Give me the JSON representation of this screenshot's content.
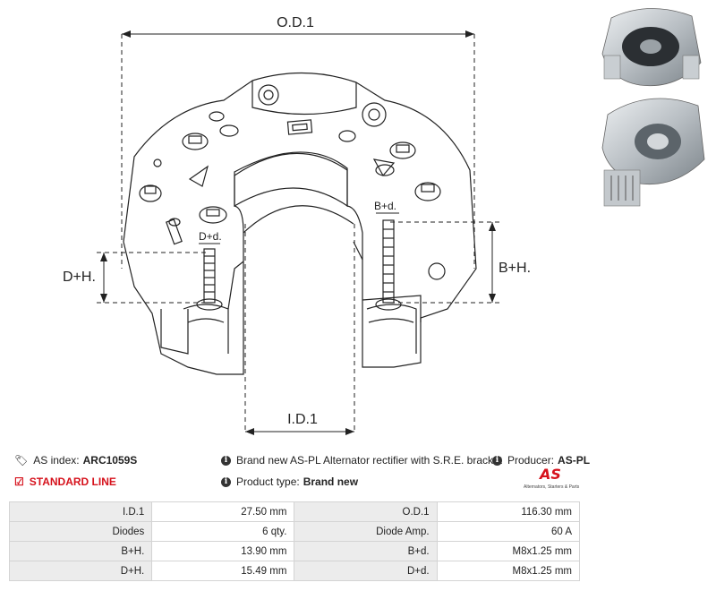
{
  "dimension_labels": {
    "od": "O.D.1",
    "id": "I.D.1",
    "dh": "D+H.",
    "bh": "B+H.",
    "dd": "D+d.",
    "bd": "B+d."
  },
  "info": {
    "as_index_label": "AS index:",
    "as_index_value": "ARC1059S",
    "line": "STANDARD LINE",
    "description": "Brand new AS-PL Alternator rectifier with S.R.E. bracket",
    "producer_label": "Producer:",
    "producer_value": "AS-PL",
    "product_type_label": "Product type:",
    "product_type_value": "Brand new"
  },
  "logo": {
    "mark": "AS",
    "tagline": "Alternators, Starters & Parts"
  },
  "specs": [
    {
      "l1": "I.D.1",
      "v1": "27.50 mm",
      "l2": "O.D.1",
      "v2": "116.30 mm"
    },
    {
      "l1": "Diodes",
      "v1": "6 qty.",
      "l2": "Diode Amp.",
      "v2": "60 A"
    },
    {
      "l1": "B+H.",
      "v1": "13.90 mm",
      "l2": "B+d.",
      "v2": "M8x1.25 mm"
    },
    {
      "l1": "D+H.",
      "v1": "15.49 mm",
      "l2": "D+d.",
      "v2": "M8x1.25 mm"
    }
  ],
  "colors": {
    "accent": "#d6121c",
    "table_label_bg": "#ececec",
    "border": "#d4d4d4"
  }
}
